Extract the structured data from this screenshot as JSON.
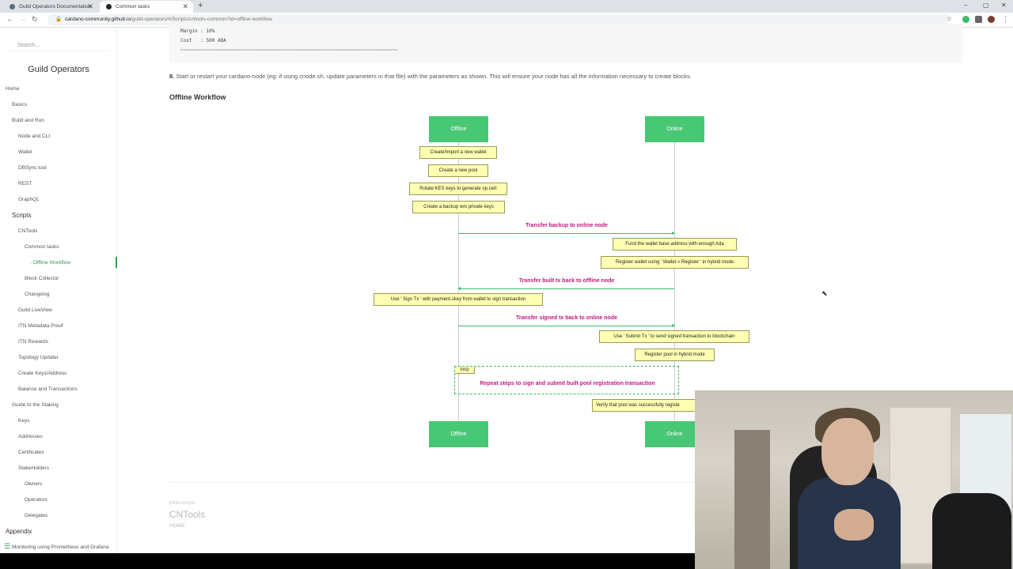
{
  "browser": {
    "tabs": [
      {
        "label": "Guild Operators Documentation",
        "active": false
      },
      {
        "label": "Common tasks",
        "active": true
      }
    ],
    "new_tab": "+",
    "url_host": "cardano-community.github.io",
    "url_path": "/guild-operators/#/Scripts/cntools-common?id=offline-workflow",
    "window_controls": {
      "minimize": "–",
      "maximize": "▢",
      "close": "✕"
    }
  },
  "sidebar": {
    "search_placeholder": "Search...",
    "brand": "Guild Operators",
    "items": [
      {
        "label": "Home"
      },
      {
        "label": "Basics"
      },
      {
        "label": "Build and Run"
      },
      {
        "label": "Node and CLI"
      },
      {
        "label": "Wallet"
      },
      {
        "label": "DBSync tool"
      },
      {
        "label": "REST"
      },
      {
        "label": "GraphQL"
      },
      {
        "label": "Scripts"
      },
      {
        "label": "CNTools"
      },
      {
        "label": "Common tasks"
      },
      {
        "label": "- Offline Workflow"
      },
      {
        "label": "Block Collector"
      },
      {
        "label": "Changelog"
      },
      {
        "label": "Guild LiveView"
      },
      {
        "label": "ITN Metadata Proof"
      },
      {
        "label": "ITN Rewards"
      },
      {
        "label": "Topology Updater"
      },
      {
        "label": "Create Keys/Address"
      },
      {
        "label": "Balance and Transactions"
      },
      {
        "label": "Guide to the Staking"
      },
      {
        "label": "Keys"
      },
      {
        "label": "Addresses"
      },
      {
        "label": "Certificates"
      },
      {
        "label": "StakeHolders"
      },
      {
        "label": "Owners"
      },
      {
        "label": "Operators"
      },
      {
        "label": "Delegates"
      },
      {
        "label": "Appendix"
      },
      {
        "label": "Monitoring using Prometheus and Grafana"
      }
    ]
  },
  "main": {
    "code_lines": [
      "Margin : 10%",
      "Cost   : 500 ADA",
      "~~~~~~~~~~~~~~~~~~~~~~~~~~~~~~~~~~~~~~~~~~~~~~~~~~~~~~~~~~~~~~~~~~~~~~~~~~~~"
    ],
    "step_number": "8.",
    "step_text": "Start or restart your cardano-node (eg: if using cnode.sh, update parameters in that file) with the parameters as shown. This will ensure your node has all the information necessary to create blocks.",
    "heading": "Offline Workflow",
    "diagram": {
      "actors": {
        "offline": "Offline",
        "online": "Online"
      },
      "notes": {
        "n1": "Create/Import a new wallet",
        "n2": "Create a new pool",
        "n3": "Rotate KES keys to generate op.cert",
        "n4": "Create a backup w/o private keys",
        "n5": "Fund the wallet base address with enough Ada",
        "n6": "Register wallet using ' Wallet » Register ' in hybrid mode",
        "n7": "Use ' Sign Tx ' with payment.skey from wallet to sign transaction",
        "n8": "Use ' Submit Tx ' to send signed transaction to blockchain",
        "n9": "Register pool in hybrid mode",
        "n10": "Verify that pool was successfully registe"
      },
      "messages": {
        "m1": "Transfer backup to online node",
        "m2": "Transfer built tx back to offline node",
        "m3": "Transfer signed tx back to online node"
      },
      "loop_label": "loop",
      "loop_text": "Repeat steps to sign and submit built pool registration transaction"
    },
    "pager": {
      "prev_label": "PREVIOUS",
      "prev_title": "CNTools",
      "prev_sub": "HOME"
    }
  },
  "colors": {
    "accent": "#2ea152",
    "actor": "#48c774",
    "note": "#ffffb3",
    "message": "#c2187f"
  }
}
